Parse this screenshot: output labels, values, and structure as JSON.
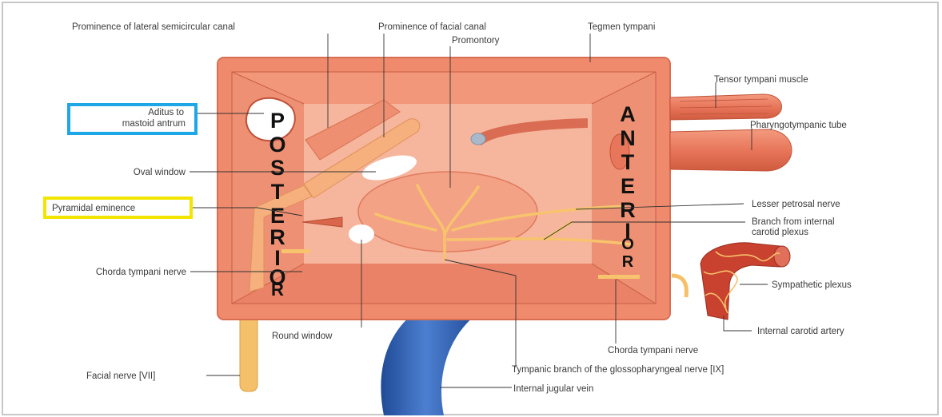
{
  "labels": {
    "lateral_canal": "Prominence of lateral semicircular canal",
    "facial_canal": "Prominence of facial canal",
    "promontory": "Promontory",
    "tegmen": "Tegmen tympani",
    "tensor": "Tensor tympani muscle",
    "aditus_1": "Aditus to",
    "aditus_2": "mastoid antrum",
    "pharyngo": "Pharyngotympanic tube",
    "oval": "Oval window",
    "lesser": "Lesser petrosal nerve",
    "pyramidal": "Pyramidal eminence",
    "branch_1": "Branch from internal",
    "branch_2": "carotid plexus",
    "chorda_left": "Chorda tympani nerve",
    "sympathetic": "Sympathetic plexus",
    "round": "Round window",
    "internal_carotid": "Internal carotid artery",
    "chorda_right": "Chorda tympani nerve",
    "facial_nerve": "Facial nerve [VII]",
    "tympanic_branch": "Tympanic branch of the glossopharyngeal nerve [IX]",
    "jugular": "Internal jugular vein"
  },
  "posterior_letters": [
    "P",
    "O",
    "S",
    "T",
    "E",
    "R",
    "I",
    "O",
    "R"
  ],
  "anterior_letters": [
    "A",
    "N",
    "T",
    "E",
    "R",
    "I",
    "O",
    "R"
  ],
  "colors": {
    "box_highlight_aditus": "#1ea7e6",
    "box_highlight_pyramidal": "#f2e600",
    "wall": "#f08a6c",
    "inner_wall": "#f6b59d",
    "nerve": "#f7c46d",
    "vein": "#2f5fae",
    "artery": "#c9412f"
  }
}
